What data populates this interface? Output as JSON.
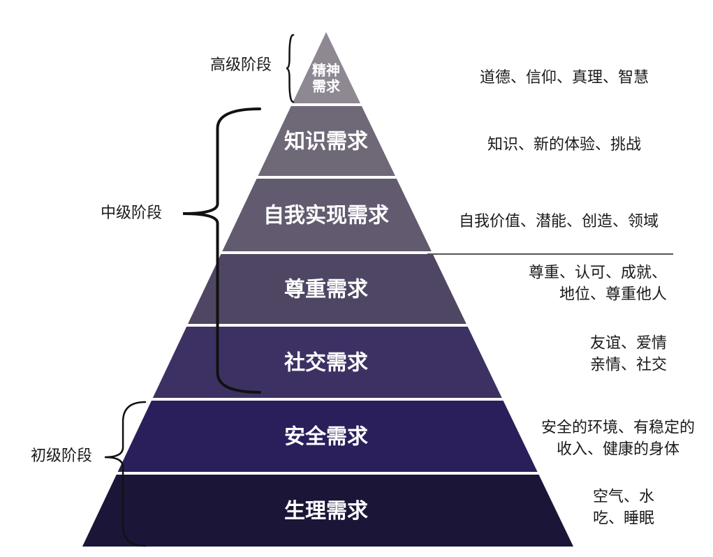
{
  "diagram": {
    "tiers": [
      {
        "label": [
          "精神",
          "需求"
        ],
        "color": "#8d8891",
        "description": [
          "道德、信仰、真理、智慧"
        ]
      },
      {
        "label": [
          "知识需求"
        ],
        "color": "#6f6877",
        "description": [
          "知识、新的体验、挑战"
        ]
      },
      {
        "label": [
          "自我实现需求"
        ],
        "color": "#625a6f",
        "description": [
          "自我价值、潜能、创造、领域"
        ]
      },
      {
        "label": [
          "尊重需求"
        ],
        "color": "#4f4664",
        "description": [
          "尊重、认可、成就、",
          "地位、尊重他人"
        ]
      },
      {
        "label": [
          "社交需求"
        ],
        "color": "#3d3164",
        "description": [
          "友谊、爱情",
          "亲情、社交"
        ]
      },
      {
        "label": [
          "安全需求"
        ],
        "color": "#2a1f5a",
        "description": [
          "安全的环境、有稳定的",
          "收入、健康的身体"
        ]
      },
      {
        "label": [
          "生理需求"
        ],
        "color": "#1b1538",
        "description": [
          "空气、水",
          "吃、睡眠"
        ]
      }
    ],
    "stages": [
      {
        "label": "高级阶段"
      },
      {
        "label": "中级阶段"
      },
      {
        "label": "初级阶段"
      }
    ]
  }
}
